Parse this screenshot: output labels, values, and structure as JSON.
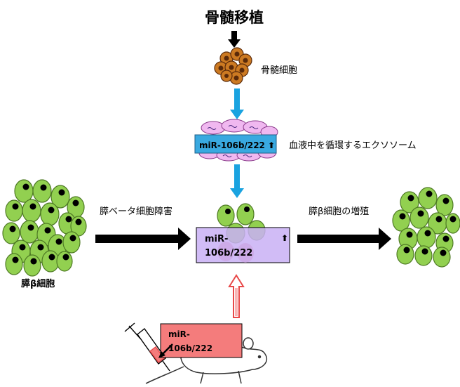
{
  "title": "骨髄移植",
  "labels": {
    "bone_marrow_cells": "骨髄細胞",
    "exosome_box_text": "miR-106b/222",
    "exosome_arrow": "⬆",
    "exosome_caption": "血液中を循環するエクソソーム",
    "beta_cells_left": "膵β細胞",
    "injury": "膵ベータ細胞障害",
    "center_box_line1": "miR-",
    "center_box_line2": "106b/222",
    "center_arrow": "⬆",
    "proliferation": "膵β細胞の増殖",
    "mouse_box_line1": "miR-",
    "mouse_box_line2": "106b/222"
  },
  "colors": {
    "marrow_cell": "#cc7a22",
    "marrow_dot": "#5a2a0a",
    "beta_cell": "#92d050",
    "beta_nucleus": "#000000",
    "blue_arrow": "#1aa3e0",
    "exosome_box": "#39a9e0",
    "exosome_bubble": "#f0b8f0",
    "center_box": "#c9b0f5",
    "mouse_box": "#f47c7c",
    "red_arrow": "#e84848"
  }
}
